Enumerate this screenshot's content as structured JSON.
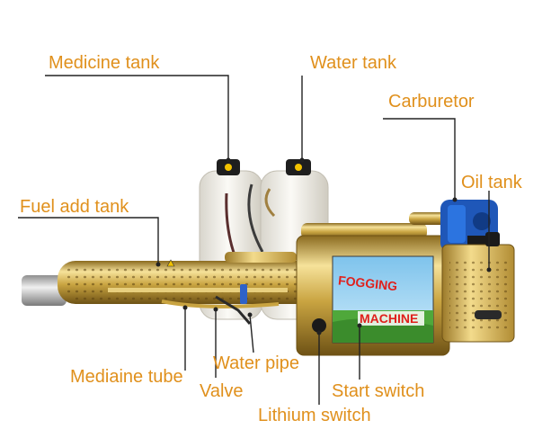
{
  "labels": {
    "medicine_tank": "Medicine tank",
    "water_tank": "Water tank",
    "carburetor": "Carburetor",
    "oil_tank": "Oil tank",
    "fuel_add_tank": "Fuel add tank",
    "mediaine_tube": "Mediaine tube",
    "valve": "Valve",
    "water_pipe": "Water pipe",
    "start_switch": "Start switch",
    "lithium_switch": "Lithium switch"
  },
  "banner": {
    "line1": "FOGGING",
    "line2": "MACHINE"
  },
  "colors": {
    "label_text": "#E0901C",
    "leader_line": "#222222",
    "gold": "#C9A441",
    "tank": "#F3F1EA",
    "engine_blue": "#1F57B8",
    "banner_red": "#E0201C"
  }
}
